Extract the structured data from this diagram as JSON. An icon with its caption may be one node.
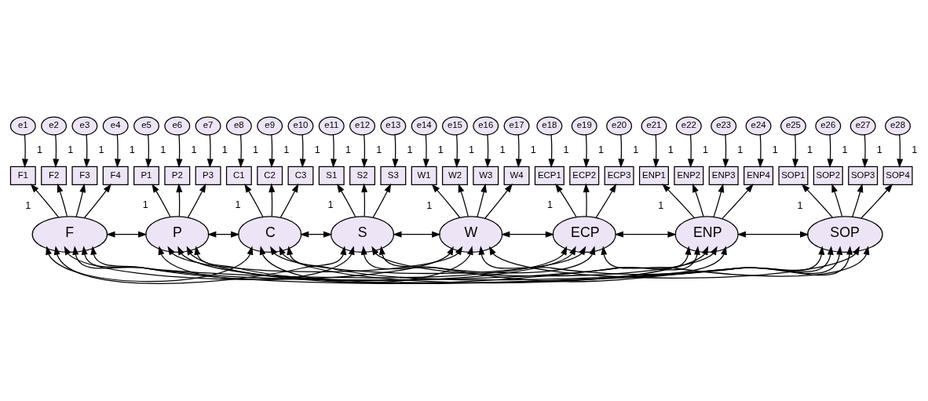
{
  "diagram": {
    "nodes": [
      {
        "text": [
          "e1"
        ]
      },
      {
        "text": [
          "e2"
        ]
      },
      {
        "text": [
          "e3"
        ]
      },
      {
        "text": [
          "e4"
        ]
      },
      {
        "text": [
          "e5"
        ]
      },
      {
        "text": [
          "e6"
        ]
      },
      {
        "text": [
          "e7"
        ]
      },
      {
        "text": [
          "e8"
        ]
      },
      {
        "text": [
          "e9"
        ]
      },
      {
        "text": [
          "e10"
        ]
      },
      {
        "text": [
          "e11"
        ]
      },
      {
        "text": [
          "e12"
        ]
      },
      {
        "text": [
          "e13"
        ]
      },
      {
        "text": [
          "e14"
        ]
      },
      {
        "text": [
          "e15"
        ]
      },
      {
        "text": [
          "e16"
        ]
      },
      {
        "text": [
          "e17"
        ]
      },
      {
        "text": [
          "e18"
        ]
      },
      {
        "text": [
          "e19"
        ]
      },
      {
        "text": [
          "e20"
        ]
      },
      {
        "text": [
          "e21"
        ]
      },
      {
        "text": [
          "e22"
        ]
      },
      {
        "text": [
          "e23"
        ]
      },
      {
        "text": [
          "e24"
        ]
      },
      {
        "text": [
          "e25"
        ]
      },
      {
        "text": [
          "e26"
        ]
      },
      {
        "text": [
          "e27"
        ]
      },
      {
        "text": [
          "e28"
        ]
      },
      {
        "text": [
          "F1"
        ]
      },
      {
        "text": [
          "F2"
        ]
      },
      {
        "text": [
          "F3"
        ]
      },
      {
        "text": [
          "F4"
        ]
      },
      {
        "text": [
          "P1"
        ]
      },
      {
        "text": [
          "P2"
        ]
      },
      {
        "text": [
          "P3"
        ]
      },
      {
        "text": [
          "C1"
        ]
      },
      {
        "text": [
          "C2"
        ]
      },
      {
        "text": [
          "C3"
        ]
      },
      {
        "text": [
          "S1"
        ]
      },
      {
        "text": [
          "S2"
        ]
      },
      {
        "text": [
          "S3"
        ]
      },
      {
        "text": [
          "W1"
        ]
      },
      {
        "text": [
          "W2"
        ]
      },
      {
        "text": [
          "W3"
        ]
      },
      {
        "text": [
          "W4"
        ]
      },
      {
        "text": [
          "ECP1"
        ]
      },
      {
        "text": [
          "ECP2"
        ]
      },
      {
        "text": [
          "ECP3"
        ]
      },
      {
        "text": [
          "ENP1"
        ]
      },
      {
        "text": [
          "ENP2"
        ]
      },
      {
        "text": [
          "ENP3"
        ]
      },
      {
        "text": [
          "ENP4"
        ]
      },
      {
        "text": [
          "SOP1"
        ]
      },
      {
        "text": [
          "SOP2"
        ]
      },
      {
        "text": [
          "SOP3"
        ]
      },
      {
        "text": [
          "SOP4"
        ]
      },
      {
        "text": [
          "F"
        ]
      },
      {
        "text": [
          "P"
        ]
      },
      {
        "text": [
          "C"
        ]
      },
      {
        "text": [
          "S"
        ]
      },
      {
        "text": [
          "W"
        ]
      },
      {
        "text": [
          "ECP"
        ]
      },
      {
        "text": [
          "ENP"
        ]
      },
      {
        "text": [
          "SOP"
        ]
      }
    ],
    "edges": [
      {
        "from": 0,
        "to": 28,
        "arrow": "to",
        "label": "1"
      },
      {
        "from": 1,
        "to": 29,
        "arrow": "to",
        "label": "1"
      },
      {
        "from": 2,
        "to": 30,
        "arrow": "to",
        "label": "1"
      },
      {
        "from": 3,
        "to": 31,
        "arrow": "to",
        "label": "1"
      },
      {
        "from": 4,
        "to": 32,
        "arrow": "to",
        "label": "1"
      },
      {
        "from": 5,
        "to": 33,
        "arrow": "to",
        "label": "1"
      },
      {
        "from": 6,
        "to": 34,
        "arrow": "to",
        "label": "1"
      },
      {
        "from": 7,
        "to": 35,
        "arrow": "to",
        "label": "1"
      },
      {
        "from": 8,
        "to": 36,
        "arrow": "to",
        "label": "1"
      },
      {
        "from": 9,
        "to": 37,
        "arrow": "to",
        "label": "1"
      },
      {
        "from": 10,
        "to": 38,
        "arrow": "to",
        "label": "1"
      },
      {
        "from": 11,
        "to": 39,
        "arrow": "to",
        "label": "1"
      },
      {
        "from": 12,
        "to": 40,
        "arrow": "to",
        "label": "1"
      },
      {
        "from": 13,
        "to": 41,
        "arrow": "to",
        "label": "1"
      },
      {
        "from": 14,
        "to": 42,
        "arrow": "to",
        "label": "1"
      },
      {
        "from": 15,
        "to": 43,
        "arrow": "to",
        "label": "1"
      },
      {
        "from": 16,
        "to": 44,
        "arrow": "to",
        "label": "1"
      },
      {
        "from": 17,
        "to": 45,
        "arrow": "to",
        "label": "1"
      },
      {
        "from": 18,
        "to": 46,
        "arrow": "to",
        "label": "1"
      },
      {
        "from": 19,
        "to": 47,
        "arrow": "to",
        "label": "1"
      },
      {
        "from": 20,
        "to": 48,
        "arrow": "to",
        "label": "1"
      },
      {
        "from": 21,
        "to": 49,
        "arrow": "to",
        "label": "1"
      },
      {
        "from": 22,
        "to": 50,
        "arrow": "to",
        "label": "1"
      },
      {
        "from": 23,
        "to": 51,
        "arrow": "to",
        "label": "1"
      },
      {
        "from": 24,
        "to": 52,
        "arrow": "to",
        "label": "1"
      },
      {
        "from": 25,
        "to": 53,
        "arrow": "to",
        "label": "1"
      },
      {
        "from": 26,
        "to": 54,
        "arrow": "to",
        "label": "1"
      },
      {
        "from": 27,
        "to": 55,
        "arrow": "to",
        "label": "1"
      },
      {
        "from": 56,
        "to": 28,
        "arrow": "to",
        "label": "1"
      },
      {
        "from": 56,
        "to": 29,
        "arrow": "to"
      },
      {
        "from": 56,
        "to": 30,
        "arrow": "to"
      },
      {
        "from": 56,
        "to": 31,
        "arrow": "to"
      },
      {
        "from": 57,
        "to": 32,
        "arrow": "to",
        "label": "1"
      },
      {
        "from": 57,
        "to": 33,
        "arrow": "to"
      },
      {
        "from": 57,
        "to": 34,
        "arrow": "to"
      },
      {
        "from": 58,
        "to": 35,
        "arrow": "to",
        "label": "1"
      },
      {
        "from": 58,
        "to": 36,
        "arrow": "to"
      },
      {
        "from": 58,
        "to": 37,
        "arrow": "to"
      },
      {
        "from": 59,
        "to": 38,
        "arrow": "to",
        "label": "1"
      },
      {
        "from": 59,
        "to": 39,
        "arrow": "to"
      },
      {
        "from": 59,
        "to": 40,
        "arrow": "to"
      },
      {
        "from": 60,
        "to": 41,
        "arrow": "to",
        "label": "1"
      },
      {
        "from": 60,
        "to": 42,
        "arrow": "to"
      },
      {
        "from": 60,
        "to": 43,
        "arrow": "to"
      },
      {
        "from": 60,
        "to": 44,
        "arrow": "to"
      },
      {
        "from": 61,
        "to": 45,
        "arrow": "to",
        "label": "1"
      },
      {
        "from": 61,
        "to": 46,
        "arrow": "to"
      },
      {
        "from": 61,
        "to": 47,
        "arrow": "to"
      },
      {
        "from": 62,
        "to": 48,
        "arrow": "to",
        "label": "1"
      },
      {
        "from": 62,
        "to": 49,
        "arrow": "to"
      },
      {
        "from": 62,
        "to": 50,
        "arrow": "to"
      },
      {
        "from": 62,
        "to": 51,
        "arrow": "to"
      },
      {
        "from": 63,
        "to": 52,
        "arrow": "to",
        "label": "1"
      },
      {
        "from": 63,
        "to": 53,
        "arrow": "to"
      },
      {
        "from": 63,
        "to": 54,
        "arrow": "to"
      },
      {
        "from": 63,
        "to": 55,
        "arrow": "to"
      },
      {
        "from": 56,
        "to": 57,
        "arrow": "both"
      },
      {
        "from": 56,
        "to": 58,
        "arrow": "both"
      },
      {
        "from": 56,
        "to": 59,
        "arrow": "both"
      },
      {
        "from": 56,
        "to": 60,
        "arrow": "both"
      },
      {
        "from": 56,
        "to": 61,
        "arrow": "both"
      },
      {
        "from": 56,
        "to": 62,
        "arrow": "both"
      },
      {
        "from": 56,
        "to": 63,
        "arrow": "both"
      },
      {
        "from": 57,
        "to": 58,
        "arrow": "both"
      },
      {
        "from": 57,
        "to": 59,
        "arrow": "both"
      },
      {
        "from": 57,
        "to": 60,
        "arrow": "both"
      },
      {
        "from": 57,
        "to": 61,
        "arrow": "both"
      },
      {
        "from": 57,
        "to": 62,
        "arrow": "both"
      },
      {
        "from": 57,
        "to": 63,
        "arrow": "both"
      },
      {
        "from": 58,
        "to": 59,
        "arrow": "both"
      },
      {
        "from": 58,
        "to": 60,
        "arrow": "both"
      },
      {
        "from": 58,
        "to": 61,
        "arrow": "both"
      },
      {
        "from": 58,
        "to": 62,
        "arrow": "both"
      },
      {
        "from": 58,
        "to": 63,
        "arrow": "both"
      },
      {
        "from": 59,
        "to": 60,
        "arrow": "both"
      },
      {
        "from": 59,
        "to": 61,
        "arrow": "both"
      },
      {
        "from": 59,
        "to": 62,
        "arrow": "both"
      },
      {
        "from": 59,
        "to": 63,
        "arrow": "both"
      },
      {
        "from": 60,
        "to": 61,
        "arrow": "both"
      },
      {
        "from": 60,
        "to": 62,
        "arrow": "both"
      },
      {
        "from": 60,
        "to": 63,
        "arrow": "both"
      },
      {
        "from": 61,
        "to": 62,
        "arrow": "both"
      },
      {
        "from": 61,
        "to": 63,
        "arrow": "both"
      },
      {
        "from": 62,
        "to": 63,
        "arrow": "both"
      }
    ]
  }
}
